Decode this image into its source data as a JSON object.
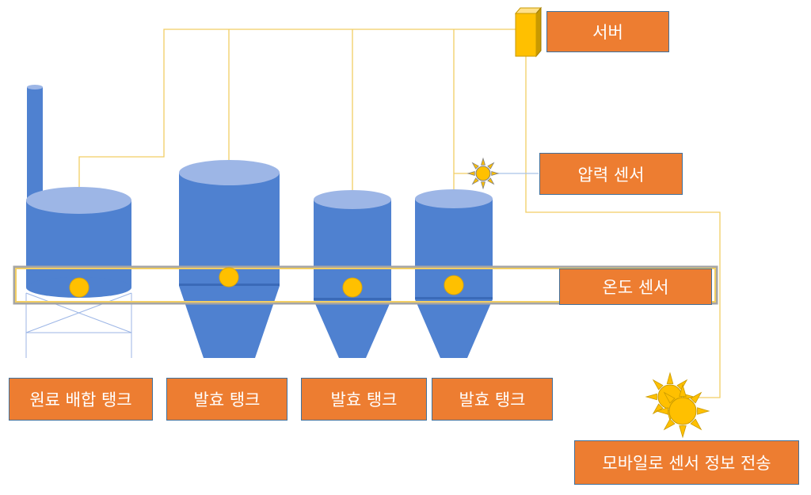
{
  "labels": {
    "server": "서버",
    "pressure_sensor": "압력 센서",
    "temperature_sensor": "온도 센서",
    "mixing_tank": "원료 배합 탱크",
    "fermentation_tank_1": "발효 탱크",
    "fermentation_tank_2": "발효 탱크",
    "fermentation_tank_3": "발효 탱크",
    "mobile_transfer": "모바일로 센서 정보 전송"
  },
  "colors": {
    "tank_body": "#4F81D0",
    "tank_top": "#9DB6E6",
    "label_fill": "#ED7D31",
    "label_border": "#41719C",
    "sensor": "#FFC000",
    "wire": "#F2CE63"
  },
  "icons": {
    "server": "server-icon",
    "pressure_sensor": "sun-burst-icon",
    "temperature_sensor": "circle-icon",
    "mobile_signal": "sun-burst-icon"
  }
}
